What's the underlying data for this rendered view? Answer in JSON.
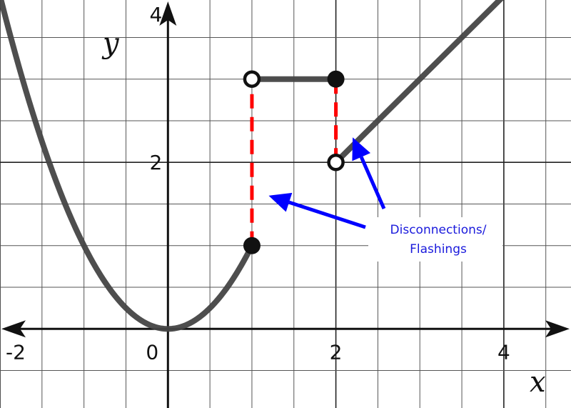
{
  "chart_data": {
    "type": "line",
    "xlabel": "x",
    "ylabel": "y",
    "xlim": [
      -2.0,
      4.8
    ],
    "ylim": [
      -0.95,
      3.95
    ],
    "grid": true,
    "grid_step": 0.5,
    "x_ticks": [
      {
        "value": -2,
        "label": "-2"
      },
      {
        "value": 0,
        "label": "0"
      },
      {
        "value": 2,
        "label": "2"
      },
      {
        "value": 4,
        "label": "4"
      }
    ],
    "y_ticks": [
      {
        "value": 2,
        "label": "2"
      },
      {
        "value": 4,
        "label": "4"
      }
    ],
    "series": [
      {
        "piece": "parabola",
        "formula": "y = x^2",
        "x_range": [
          -2.0,
          1.0
        ]
      },
      {
        "piece": "constant",
        "formula": "y = 3",
        "x_range": [
          1.0,
          2.0
        ]
      },
      {
        "piece": "linear",
        "formula": "y = x",
        "x_range": [
          2.0,
          4.8
        ]
      }
    ],
    "points": [
      {
        "x": 1,
        "y": 1,
        "filled": true
      },
      {
        "x": 1,
        "y": 3,
        "filled": false
      },
      {
        "x": 2,
        "y": 3,
        "filled": true
      },
      {
        "x": 2,
        "y": 2,
        "filled": false
      }
    ],
    "jump_lines": [
      {
        "x": 1,
        "y_from": 1,
        "y_to": 3
      },
      {
        "x": 2,
        "y_from": 2,
        "y_to": 3
      }
    ],
    "annotation": {
      "lines": [
        "Disconnections/",
        "Flashings"
      ],
      "arrow_targets": [
        {
          "x": 1.2,
          "y": 1.6
        },
        {
          "x": 2.2,
          "y": 2.3
        }
      ]
    },
    "colors": {
      "curve": "#444444",
      "grid": "#555555",
      "axis": "#111111",
      "jump": "#ff0000",
      "arrow": "#0000ff",
      "note_text": "#1a1adc"
    }
  }
}
